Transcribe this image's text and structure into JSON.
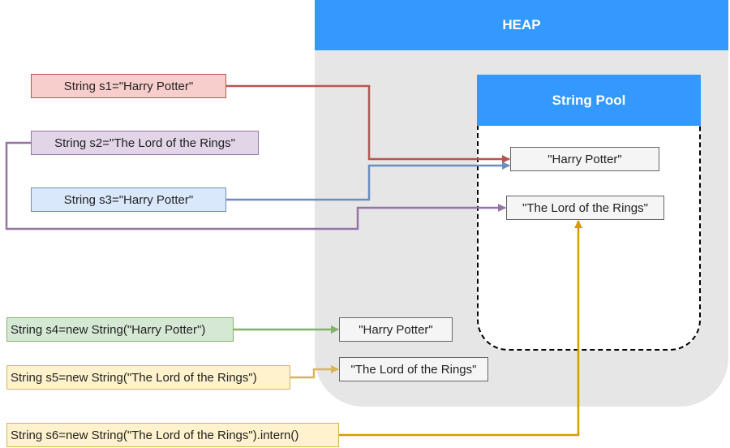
{
  "heap": {
    "title": "HEAP"
  },
  "string_pool": {
    "title": "String Pool",
    "items": [
      "\"Harry Potter\"",
      "\"The Lord of the Rings\""
    ]
  },
  "heap_objects": [
    "\"Harry Potter\"",
    "\"The Lord of the Rings\""
  ],
  "declarations": {
    "s1": "String s1=\"Harry Potter\"",
    "s2": "String s2=\"The Lord of the Rings\"",
    "s3": "String s3=\"Harry Potter\"",
    "s4": "String s4=new String(\"Harry Potter\")",
    "s5": "String s5=new String(\"The Lord of the Rings\")",
    "s6": "String s6=new String(\"The Lord of the Rings\").intern()"
  },
  "colors": {
    "heap_header": "#3399ff",
    "heap_body": "#e6e6e6",
    "s1": "#b85450",
    "s2": "#9673a6",
    "s3": "#6c8ebf",
    "s4": "#82b366",
    "s5": "#d6b656",
    "s6": "#d79b00"
  }
}
